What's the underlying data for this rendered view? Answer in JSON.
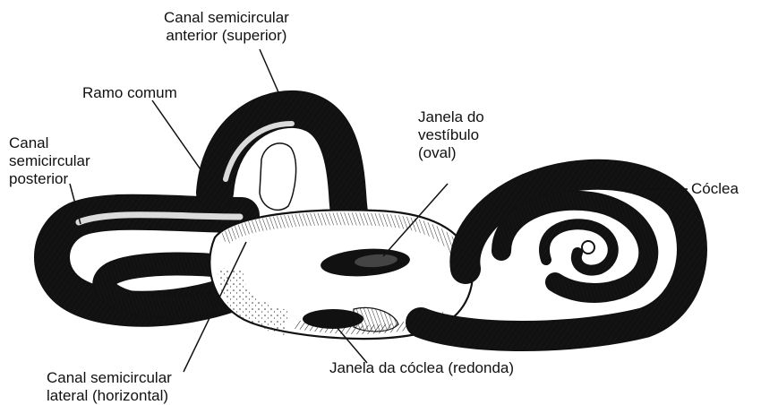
{
  "labels": {
    "anterior_canal": [
      "Canal semicircular",
      "anterior (superior)"
    ],
    "common_crus": [
      "Ramo comum"
    ],
    "posterior_canal": [
      "Canal",
      "semicircular",
      "posterior"
    ],
    "oval_window": [
      "Janela do",
      "vestíbulo",
      "(oval)"
    ],
    "cochlea": [
      "Cóclea"
    ],
    "round_window": [
      "Janela da cóclea (redonda)"
    ],
    "lateral_canal": [
      "Canal semicircular",
      "lateral (horizontal)"
    ]
  },
  "colors": {
    "ink": "#111111",
    "paper": "#ffffff"
  }
}
